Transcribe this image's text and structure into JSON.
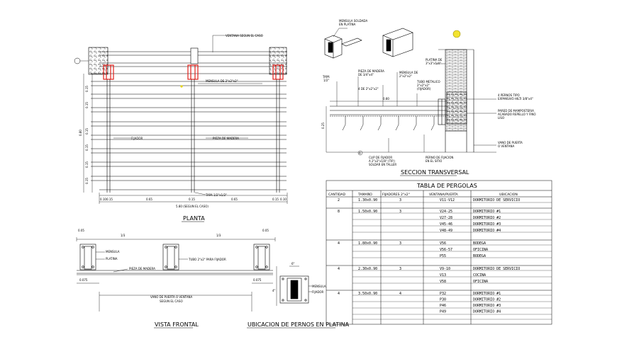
{
  "plan": {
    "title": "PLANTA",
    "labels": {
      "ventana_segun_caso": "VENTANA SEGUN EL CASO",
      "mensula": "MENSULA DE 2\"x2\"x2\"",
      "fijador": "FIJADOR",
      "pieza_madera": "PIEZA DE MADERA",
      "tapa": "TAPA 1/2\"x1/2\"",
      "bottom_dim": "5.80 (SEGUN EL CASO)"
    },
    "side_dims": [
      "0.15",
      "0.15",
      "0.15",
      "0.15",
      "0.15",
      "0.15"
    ],
    "total_dim": "0.80",
    "bottom_small_dims": [
      "0.10",
      "0.15",
      "0.65",
      "0.15",
      "0.65",
      "0.15",
      "0.10"
    ]
  },
  "frontal": {
    "title": "VISTA FRONTAL",
    "labels": {
      "mensula": "MENSULA",
      "platina": "PLATINA",
      "tubo": "TUBO 2\"x2\" PARA FIJADOR",
      "pieza_madera": "PIEZA DE MADERA",
      "vano": "VANO DE PUERTA O VENTANA",
      "vano2": "SEGUN EL CASO",
      "third_a": "1/3",
      "third_b": "1/3",
      "dim_left": "0.075",
      "dim_right": "0.075",
      "dim_top_left": "0.05",
      "dim_top_right": "0.05"
    }
  },
  "pernos": {
    "title": "UBICACION DE PERNOS EN PLATINA",
    "labels": {
      "mensula": "MENSULA",
      "fijador": "FIJADOR",
      "dim": "6\"",
      "dim2": "4\""
    }
  },
  "section": {
    "title": "SECCION TRANSVERSAL",
    "labels": {
      "mensula_soldada": "MENSULA SOLDADA",
      "mensula_soldada2": "EN PLATINA",
      "tapa": "TAPA",
      "tapa2": "1/2\"",
      "pieza_madera": "PIEZA DE MADERA",
      "pieza_madera2": "DE 3/4\"x4\"",
      "mensula_de": "MENSULA DE",
      "mensula_de2": "2\"x2\"x2\"",
      "ang": "4 DE 2\"x2\"x2\"",
      "tubo": "TUBO METALICO",
      "tubo2": "2\"x2\"x2\"",
      "tubo3": "(FIJADOR)",
      "platina": "PLATINA DE",
      "platina2": "3\"x3\"x1/4\"",
      "pernos": "4 PERNOS TIPO",
      "pernos2": "EXPANSIVO HILTI 3/8\"x4\"",
      "pared": "PARED DE MAMPOSTERIA",
      "pared2": "ACABADO REPELLO Y FINO",
      "pared3": "LISO",
      "vano": "VANO DE PUERTA",
      "vano2": "O VENTANA",
      "clip": "CLIP DE FIJADOR",
      "clip2": "A 2\"x2\"x1/8\" (TIP.)",
      "clip3": "SOLDAR EN TALLER",
      "perno_fijacion": "PERNO DE FIJACION",
      "perno_fijacion2": "EN EL SITIO",
      "dim_top": "0.80",
      "dim_side": "0.25",
      "circle": "A"
    }
  },
  "table": {
    "title": "TABLA DE PERGOLAS",
    "headers": [
      "CANTIDAD",
      "TAMAÑO",
      "FIJADORES 2\"x2\"",
      "VENTANA/PUERTA",
      "UBICACION"
    ],
    "groups": [
      {
        "cantidad": "2",
        "tamano": "1.30x0.90",
        "fijadores": "3",
        "rows": [
          [
            "V11-V12",
            "DORMITORIO DE SERVICIO"
          ]
        ]
      },
      {
        "cantidad": "8",
        "tamano": "1.50x0.90",
        "fijadores": "3",
        "rows": [
          [
            "V24-25",
            "DORMITORIO #1"
          ],
          [
            "V27-28",
            "DORMITORIO #2"
          ],
          [
            "V45-46",
            "DORMITORIO #3"
          ],
          [
            "V48-49",
            "DORMITORIO #4"
          ]
        ]
      },
      {
        "cantidad": "4",
        "tamano": "1.80x0.90",
        "fijadores": "3",
        "rows": [
          [
            "V56",
            "BODEGA"
          ],
          [
            "V56-57",
            "OFICINA"
          ],
          [
            "P55",
            "BODEGA"
          ]
        ]
      },
      {
        "cantidad": "4",
        "tamano": "2.30x0.90",
        "fijadores": "3",
        "rows": [
          [
            "V9-10",
            "DORMITORIO DE SERVICIO"
          ],
          [
            "V13",
            "COCINA"
          ],
          [
            "V58",
            "OFICINA"
          ]
        ]
      },
      {
        "cantidad": "4",
        "tamano": "3.50x0.90",
        "fijadores": "4",
        "rows": [
          [
            "P32",
            "DORMITORIO #1"
          ],
          [
            "P30",
            "DORMITORIO #2"
          ],
          [
            "P46",
            "DORMITORIO #3"
          ],
          [
            "P49",
            "DORMITORIO #4"
          ]
        ]
      }
    ]
  }
}
